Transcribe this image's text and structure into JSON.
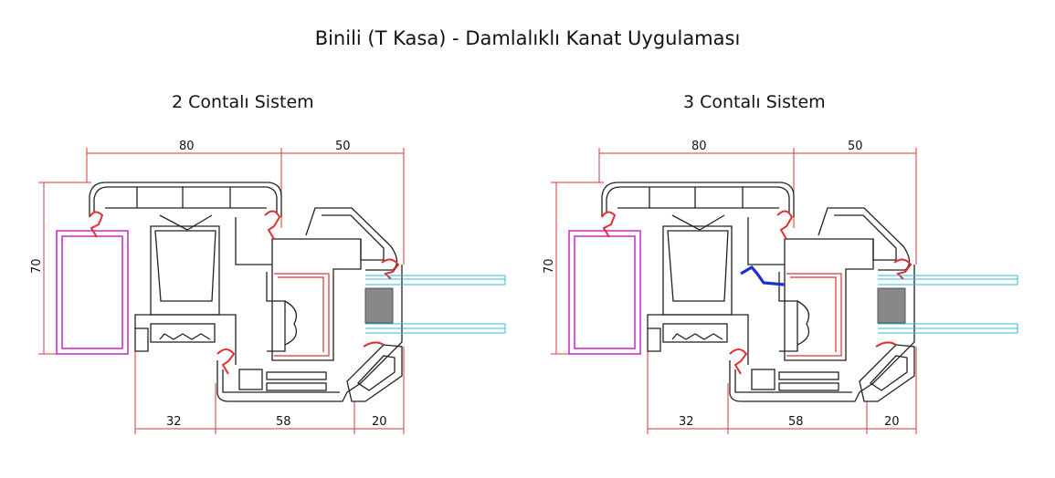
{
  "title": "Binili (T Kasa) - Damlalıklı Kanat Uygulaması",
  "sections": [
    {
      "heading": "2 Contalı Sistem",
      "dimensions": {
        "top_left": "80",
        "top_right": "50",
        "height": "70",
        "bottom_1": "32",
        "bottom_2": "58",
        "bottom_3": "20"
      },
      "middle_gasket": false
    },
    {
      "heading": "3 Contalı Sistem",
      "dimensions": {
        "top_left": "80",
        "top_right": "50",
        "height": "70",
        "bottom_1": "32",
        "bottom_2": "58",
        "bottom_3": "20"
      },
      "middle_gasket": true
    }
  ],
  "colors": {
    "dimension": "#d43a3a",
    "gasket": "#e03030",
    "steel": "#e03030",
    "frame_profile": "#cc33cc",
    "glass": "#33b8d8",
    "middle_gasket": "#1a2fd6",
    "profile_outline": "#222222"
  }
}
